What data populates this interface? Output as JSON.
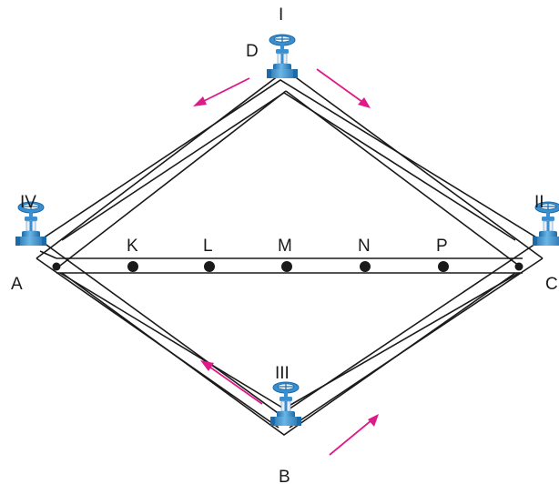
{
  "labels": {
    "A": "A",
    "B": "B",
    "C": "C",
    "D": "D",
    "K": "K",
    "L": "L",
    "M": "M",
    "N": "N",
    "P": "P",
    "I": "I",
    "II": "II",
    "III": "III",
    "IV": "IV"
  },
  "colors": {
    "pipe": "#1a1a1a",
    "arrow": "#e0198b",
    "valve_body": "#3a8fd0",
    "valve_dark": "#1d6aa8",
    "valve_light": "#8cc8ee"
  },
  "icons": {
    "valve": "gate-valve-icon",
    "node": "junction-dot"
  }
}
